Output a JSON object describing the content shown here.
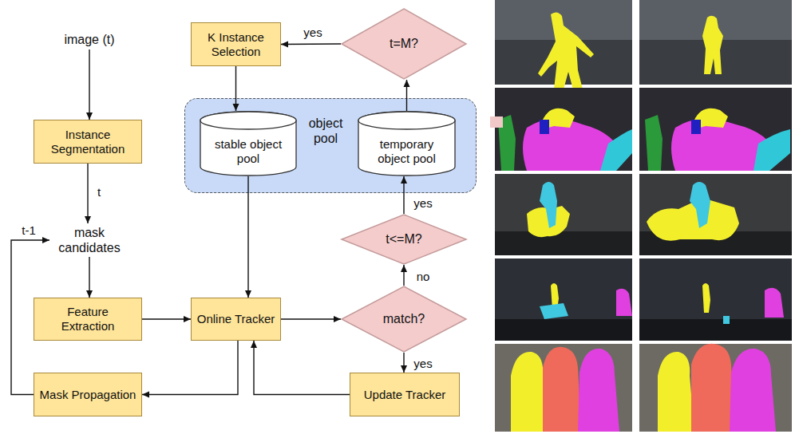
{
  "diagram": {
    "nodes": [
      {
        "text": [
          "K Instance Selection"
        ]
      },
      {
        "text": [
          "t=M?"
        ]
      },
      {
        "text": [
          "object pool"
        ]
      },
      {
        "text": [
          "stable object pool"
        ],
        "in": 2
      },
      {
        "text": [
          "temporary object pool"
        ],
        "in": 2
      },
      {
        "text": [
          "image (t)"
        ]
      },
      {
        "text": [
          "Instance Segmentation"
        ]
      },
      {
        "text": [
          "mask candidates"
        ]
      },
      {
        "text": [
          "t<=M?"
        ]
      },
      {
        "text": [
          "Feature Extraction"
        ]
      },
      {
        "text": [
          "Online Tracker"
        ]
      },
      {
        "text": [
          "match?"
        ]
      },
      {
        "text": [
          "Mask Propagation"
        ]
      },
      {
        "text": [
          "Update Tracker"
        ]
      }
    ],
    "edges": [
      {
        "from": 5,
        "to": 6,
        "arrow": "to"
      },
      {
        "from": 6,
        "to": 7,
        "label": "t",
        "arrow": "to"
      },
      {
        "from": 12,
        "to": 7,
        "label": "t-1",
        "arrow": "to"
      },
      {
        "from": 7,
        "to": 9,
        "arrow": "to"
      },
      {
        "from": 9,
        "to": 10,
        "arrow": "to"
      },
      {
        "from": 3,
        "to": 10,
        "arrow": "to"
      },
      {
        "from": 10,
        "to": 11,
        "arrow": "to"
      },
      {
        "from": 11,
        "to": 8,
        "label": "no",
        "arrow": "to"
      },
      {
        "from": 8,
        "to": 4,
        "label": "yes",
        "arrow": "to"
      },
      {
        "from": 4,
        "to": 1,
        "arrow": "to"
      },
      {
        "from": 1,
        "to": 0,
        "label": "yes",
        "arrow": "to"
      },
      {
        "from": 0,
        "to": 3,
        "arrow": "to"
      },
      {
        "from": 11,
        "to": 13,
        "label": "yes",
        "arrow": "to"
      },
      {
        "from": 13,
        "to": 10,
        "arrow": "to"
      },
      {
        "from": 10,
        "to": 12,
        "arrow": "to"
      }
    ]
  }
}
